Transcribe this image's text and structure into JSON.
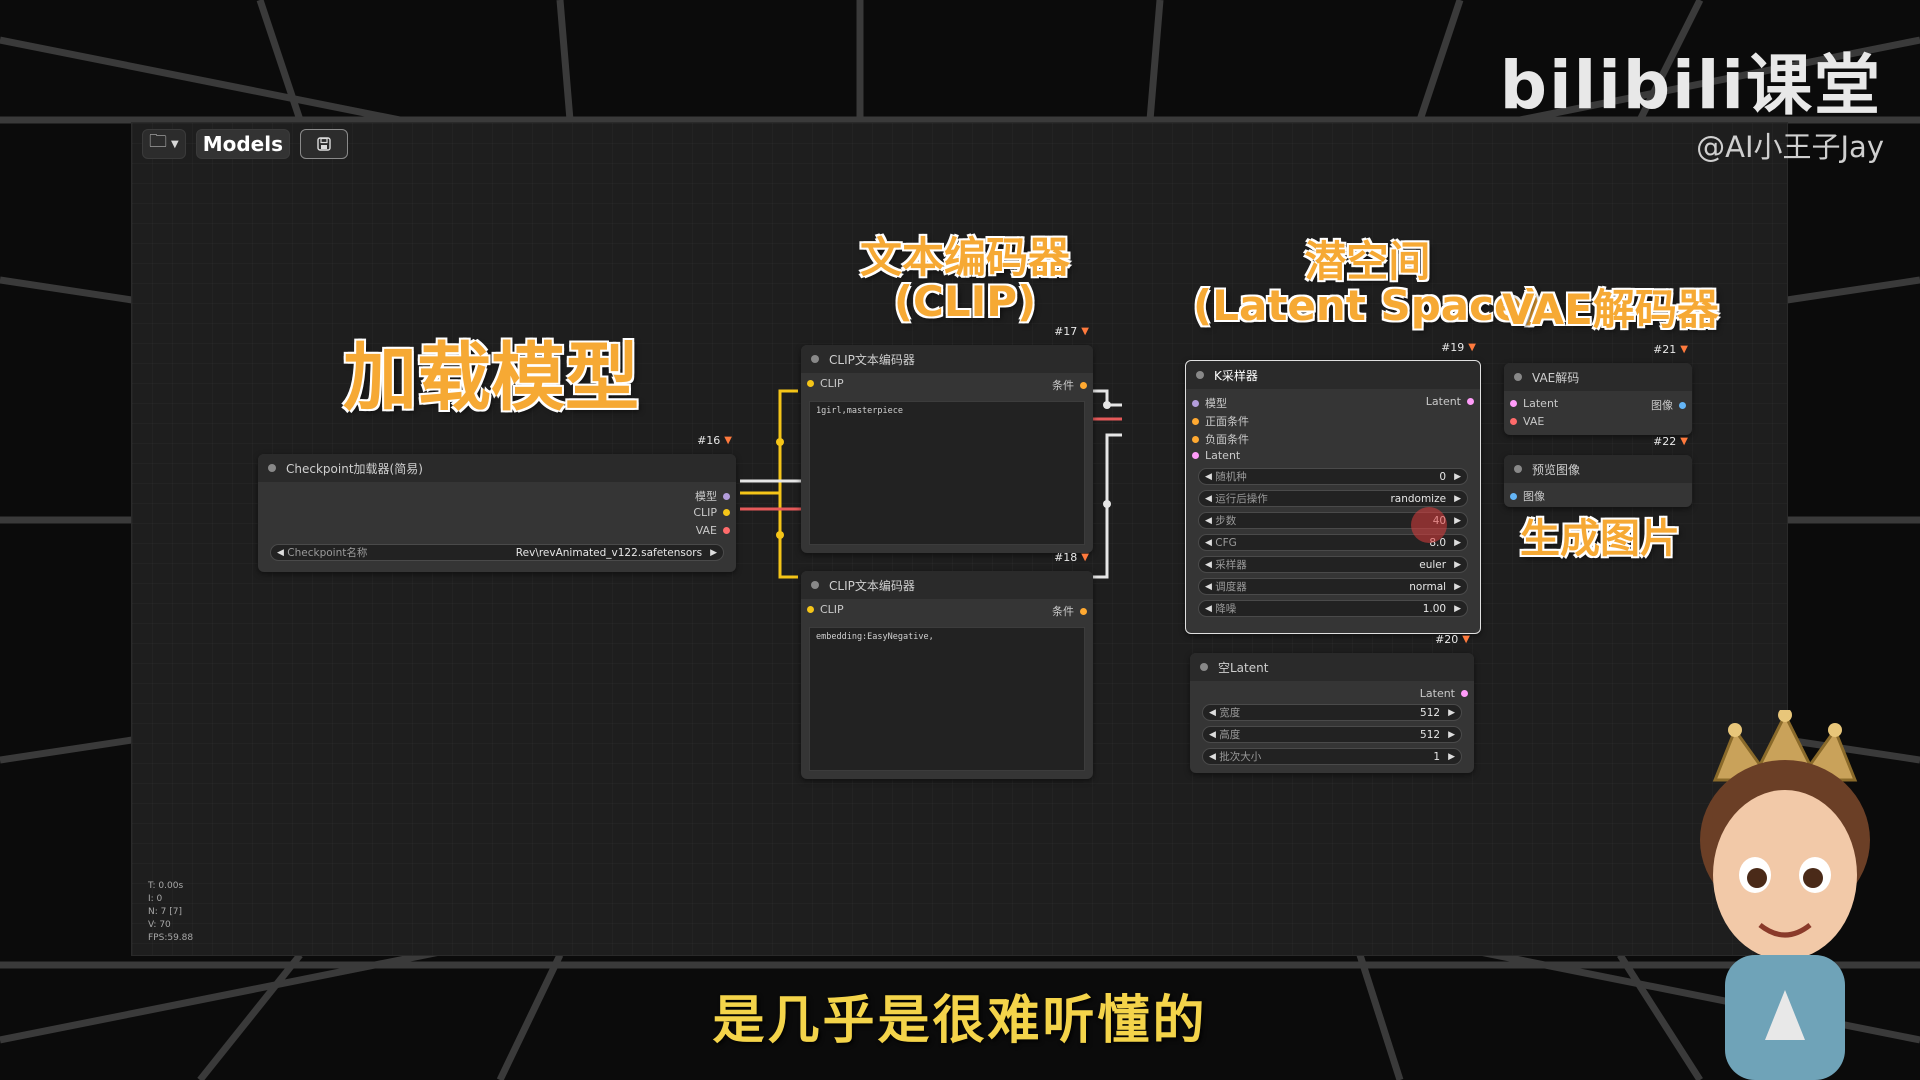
{
  "toolbar": {
    "folder_icon": "folder-icon",
    "models_label": "Models",
    "save_icon": "save-icon"
  },
  "branding": {
    "logo": "bilibili课堂",
    "handle": "@AI小王子Jay"
  },
  "annotations": {
    "load_model": "加载模型",
    "text_encoder_line1": "文本编码器",
    "text_encoder_line2": "(CLIP)",
    "latent_line1": "潜空间",
    "latent_line2": "(Latent Space)",
    "vae_decoder": "VAE解码器",
    "generate_image": "生成图片"
  },
  "nodes": {
    "checkpoint": {
      "id": "#16",
      "title": "Checkpoint加载器(简易)",
      "outputs": [
        "模型",
        "CLIP",
        "VAE"
      ],
      "widget_label": "Checkpoint名称",
      "widget_value": "Rev\\revAnimated_v122.safetensors"
    },
    "clip_pos": {
      "id": "#17",
      "title": "CLIP文本编码器",
      "input": "CLIP",
      "output": "条件",
      "text": "1girl,masterpiece"
    },
    "clip_neg": {
      "id": "#18",
      "title": "CLIP文本编码器",
      "input": "CLIP",
      "output": "条件",
      "text": "embedding:EasyNegative,"
    },
    "ksampler": {
      "id": "#19",
      "title": "K采样器",
      "inputs": [
        "模型",
        "正面条件",
        "负面条件",
        "Latent"
      ],
      "output": "Latent",
      "widgets": [
        {
          "label": "随机种",
          "value": "0"
        },
        {
          "label": "运行后操作",
          "value": "randomize"
        },
        {
          "label": "步数",
          "value": "40"
        },
        {
          "label": "CFG",
          "value": "8.0"
        },
        {
          "label": "采样器",
          "value": "euler"
        },
        {
          "label": "调度器",
          "value": "normal"
        },
        {
          "label": "降噪",
          "value": "1.00"
        }
      ]
    },
    "empty_latent": {
      "id": "#20",
      "title": "空Latent",
      "output": "Latent",
      "widgets": [
        {
          "label": "宽度",
          "value": "512"
        },
        {
          "label": "高度",
          "value": "512"
        },
        {
          "label": "批次大小",
          "value": "1"
        }
      ]
    },
    "vae_decode": {
      "id": "#21",
      "title": "VAE解码",
      "inputs": [
        "Latent",
        "VAE"
      ],
      "output": "图像"
    },
    "preview": {
      "id": "#22",
      "title": "预览图像",
      "input": "图像"
    }
  },
  "stats": [
    "T: 0.00s",
    "I: 0",
    "N: 7 [7]",
    "V: 70",
    "FPS:59.88"
  ],
  "subtitle": "是几乎是很难听懂的",
  "colors": {
    "clip": "#f5c518",
    "model": "#b39ddb",
    "vae": "#ff6b6b",
    "latent": "#ff9cf9",
    "image": "#64b5f6",
    "cond": "#ffa931"
  }
}
